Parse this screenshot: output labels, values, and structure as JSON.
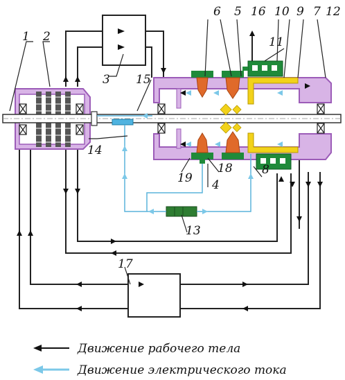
{
  "labels": {
    "l1": "1",
    "l2": "2",
    "l3": "3",
    "l4": "4",
    "l5": "5",
    "l6": "6",
    "l7": "7",
    "l8": "8",
    "l9": "9",
    "l10": "10",
    "l11": "11",
    "l12": "12",
    "l13": "13",
    "l14": "14",
    "l15": "15",
    "l16": "16",
    "l17": "17",
    "l18": "18",
    "l19": "19"
  },
  "legend": {
    "working_fluid": "Движение рабочего тела",
    "electric_current": "Движение электрического тока"
  },
  "colors": {
    "housing": "#c8a0d8",
    "housing_stroke": "#9c5cb8",
    "electrode_orange": "#e06a2a",
    "electrode_green": "#1f8a3a",
    "yellow_part": "#f2d21a",
    "resistor_green": "#2e7d32",
    "sensor_blue": "#4fb3e0",
    "flow_arrow": "#111111",
    "current_arrow": "#7cc8e8"
  }
}
